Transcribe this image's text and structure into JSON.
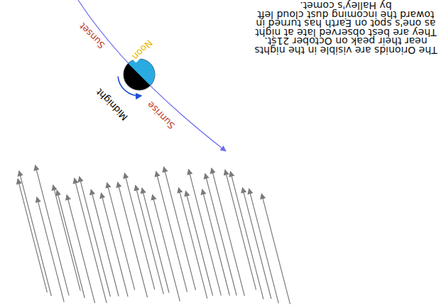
{
  "diagram": {
    "labels": [
      "The Orionids are visible in the nights near their peak on October 21st. They are best observed late at night as one's spot on Earth has turned in toward the incoming dust cloud left by Halley's comet.",
      "Noon",
      "Sunset",
      "Sunrise",
      "Midnight"
    ]
  }
}
